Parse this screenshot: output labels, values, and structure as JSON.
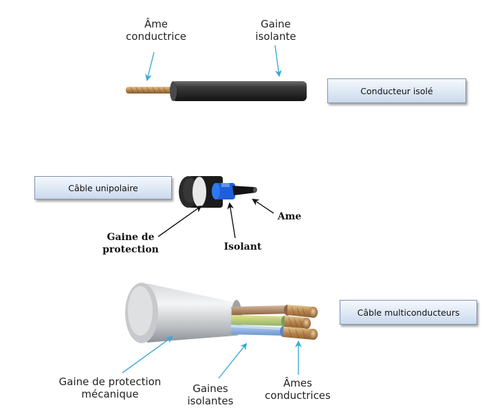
{
  "section1": {
    "label_core": "Âme\nconductrice",
    "label_sheath": "Gaine\nisolante",
    "box_label": "Conducteur isolé"
  },
  "section2": {
    "box_label": "Câble unipolaire",
    "label_protection": "Gaine de\nprotection",
    "label_insulation": "Isolant",
    "label_core": "Ame"
  },
  "section3": {
    "box_label": "Câble multiconducteurs",
    "label_mech_sheath": "Gaine de protection\nmécanique",
    "label_sheaths": "Gaines\nisolantes",
    "label_cores": "Âmes\nconductrices"
  },
  "colors": {
    "arrow_cyan": "#3aa9d6",
    "arrow_black": "#111111",
    "copper": "#c89a63",
    "sheath_dark": "#2b2b2b",
    "box_border": "#7f93ad",
    "blue_insulation": "#1f5fd8"
  }
}
